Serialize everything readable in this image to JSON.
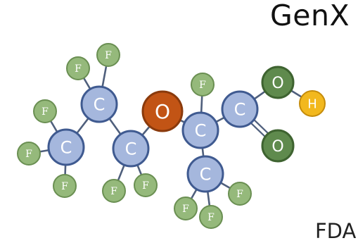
{
  "title": "GenX",
  "footer": "FDA",
  "colors": {
    "carbon_fill": "#a5b7dd",
    "carbon_stroke": "#3f5a90",
    "fluorine_fill": "#95b97b",
    "fluorine_stroke": "#6a8f52",
    "oxygen_ether_fill": "#c25415",
    "oxygen_ether_stroke": "#8a3a0c",
    "oxygen_fill": "#5f8a4d",
    "oxygen_stroke": "#3e6330",
    "hydrogen_fill": "#f2b81e",
    "hydrogen_stroke": "#c58c0b",
    "bond": "#4f5f7c"
  },
  "atoms": [
    {
      "id": "c1",
      "element": "C",
      "kind": "carbon"
    },
    {
      "id": "c2",
      "element": "C",
      "kind": "carbon"
    },
    {
      "id": "c3",
      "element": "C",
      "kind": "carbon"
    },
    {
      "id": "o1",
      "element": "O",
      "kind": "oxygen-ether"
    },
    {
      "id": "c4",
      "element": "C",
      "kind": "carbon"
    },
    {
      "id": "c5",
      "element": "C",
      "kind": "carbon"
    },
    {
      "id": "c6",
      "element": "C",
      "kind": "carbon"
    },
    {
      "id": "o2",
      "element": "O",
      "kind": "oxygen"
    },
    {
      "id": "h1",
      "element": "H",
      "kind": "hydrogen"
    },
    {
      "id": "o3",
      "element": "O",
      "kind": "oxygen"
    },
    {
      "id": "f1",
      "element": "F",
      "kind": "fluorine"
    },
    {
      "id": "f2",
      "element": "F",
      "kind": "fluorine"
    },
    {
      "id": "f3",
      "element": "F",
      "kind": "fluorine"
    },
    {
      "id": "f4",
      "element": "F",
      "kind": "fluorine"
    },
    {
      "id": "f5",
      "element": "F",
      "kind": "fluorine"
    },
    {
      "id": "f6",
      "element": "F",
      "kind": "fluorine"
    },
    {
      "id": "f7",
      "element": "F",
      "kind": "fluorine"
    },
    {
      "id": "f8",
      "element": "F",
      "kind": "fluorine"
    },
    {
      "id": "f9",
      "element": "F",
      "kind": "fluorine"
    },
    {
      "id": "f10",
      "element": "F",
      "kind": "fluorine"
    },
    {
      "id": "f11",
      "element": "F",
      "kind": "fluorine"
    }
  ],
  "bonds": [
    {
      "from": "c1",
      "to": "c2",
      "order": 1
    },
    {
      "from": "c2",
      "to": "c3",
      "order": 1
    },
    {
      "from": "c3",
      "to": "o1",
      "order": 1
    },
    {
      "from": "o1",
      "to": "c4",
      "order": 1
    },
    {
      "from": "c4",
      "to": "c5",
      "order": 1
    },
    {
      "from": "c4",
      "to": "c6",
      "order": 1
    },
    {
      "from": "c5",
      "to": "o2",
      "order": 1
    },
    {
      "from": "o2",
      "to": "h1",
      "order": 1
    },
    {
      "from": "c5",
      "to": "o3",
      "order": 2
    },
    {
      "from": "c2",
      "to": "f1",
      "order": 1
    },
    {
      "from": "c2",
      "to": "f2",
      "order": 1
    },
    {
      "from": "c1",
      "to": "f3",
      "order": 1
    },
    {
      "from": "c1",
      "to": "f4",
      "order": 1
    },
    {
      "from": "c1",
      "to": "f5",
      "order": 1
    },
    {
      "from": "c3",
      "to": "f6",
      "order": 1
    },
    {
      "from": "c3",
      "to": "f7",
      "order": 1
    },
    {
      "from": "c4",
      "to": "f8",
      "order": 1
    },
    {
      "from": "c6",
      "to": "f9",
      "order": 1
    },
    {
      "from": "c6",
      "to": "f10",
      "order": 1
    },
    {
      "from": "c6",
      "to": "f11",
      "order": 1
    }
  ]
}
